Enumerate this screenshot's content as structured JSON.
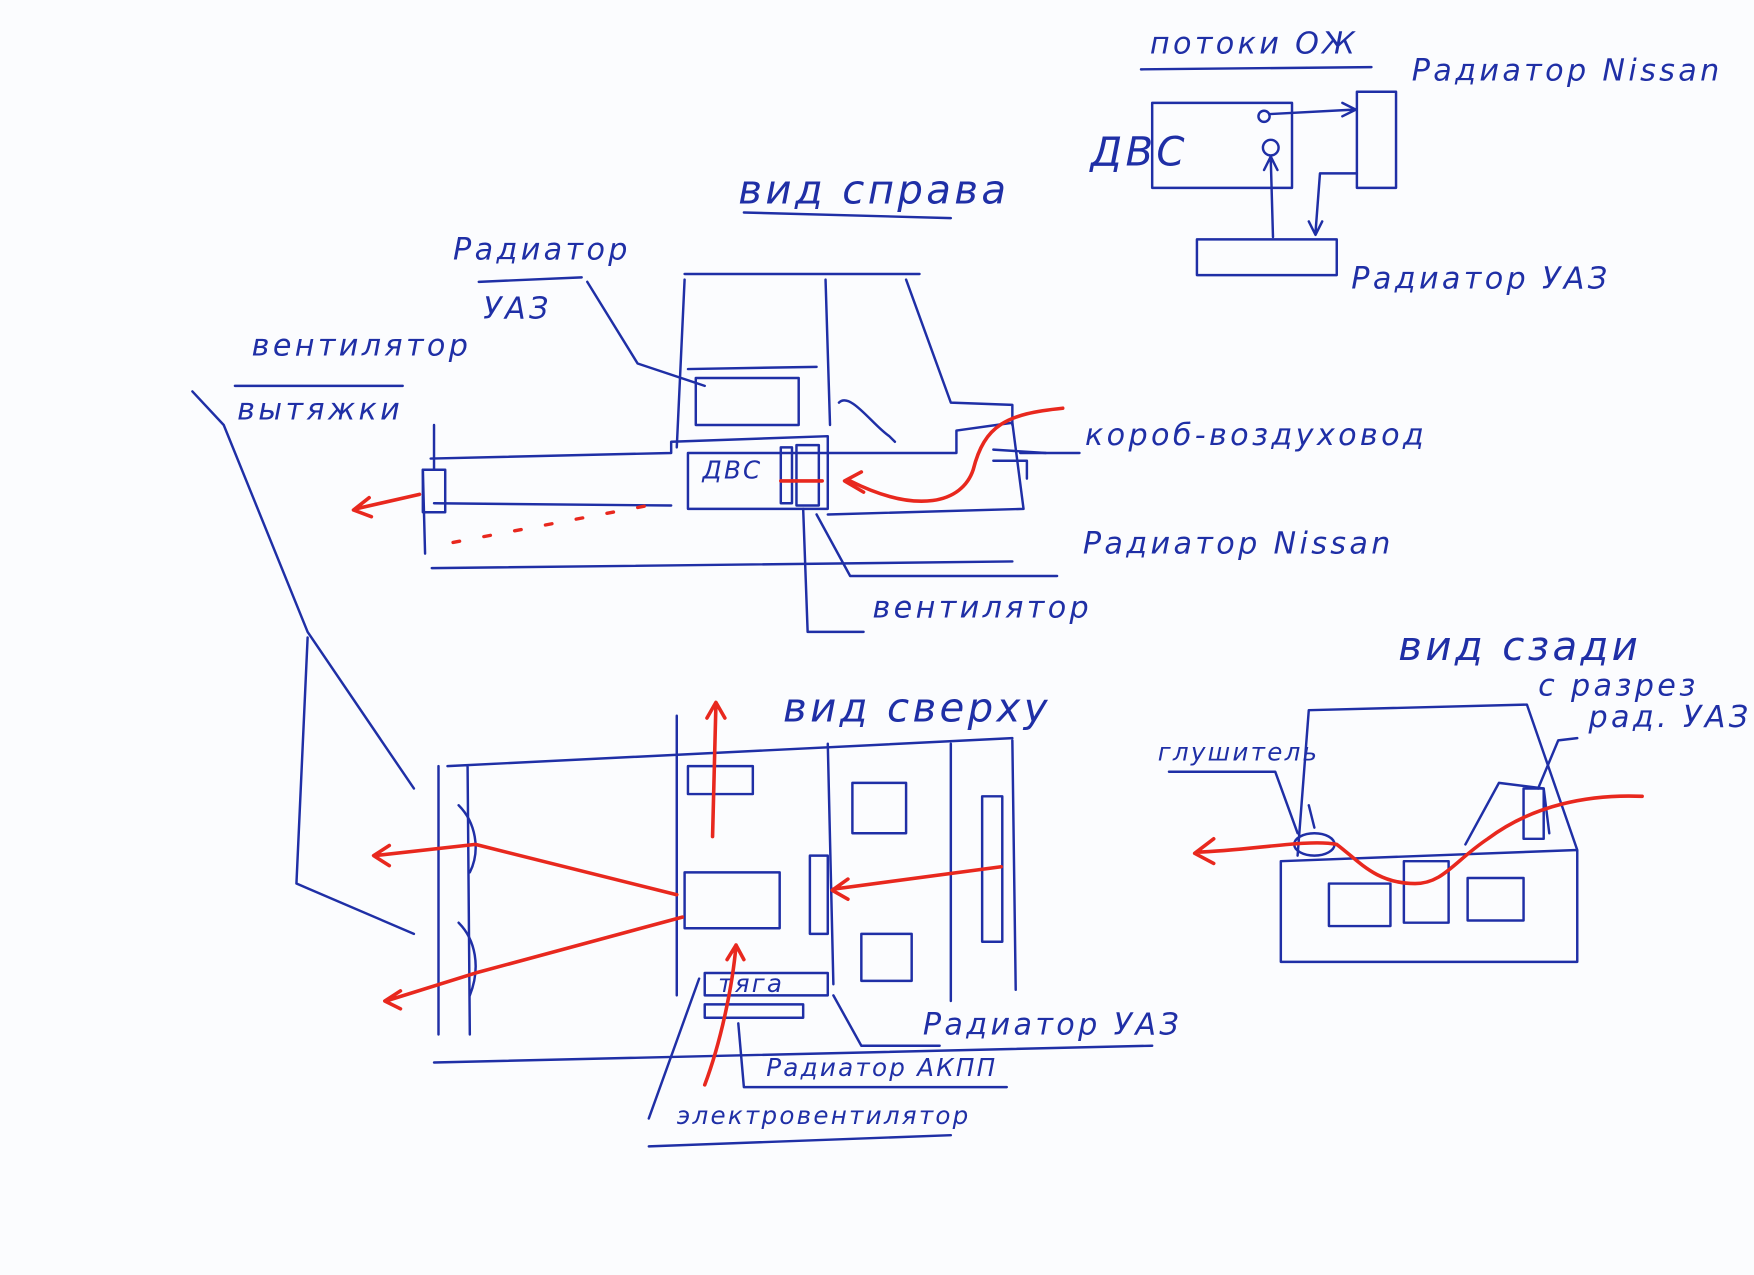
{
  "colors": {
    "ink": "#1f2fa6",
    "flow": "#e8281e",
    "paper": "#fbfcfe"
  },
  "coolant_flow": {
    "title": "потоки ОЖ",
    "engine": "ДВС",
    "radiator_nissan": "Радиатор Nissan",
    "radiator_uaz": "Радиатор УАЗ"
  },
  "side_view": {
    "title": "вид справа",
    "radiator_uaz_1": "Радиатор",
    "radiator_uaz_2": "УАЗ",
    "exhaust_fan_1": "вентилятор",
    "exhaust_fan_2": "вытяжки",
    "duct": "короб-воздуховод",
    "engine": "ДВС",
    "radiator_nissan": "Радиатор Nissan",
    "fan": "вентилятор"
  },
  "top_view": {
    "title": "вид сверху",
    "rod": "тяга",
    "radiator_uaz": "Радиатор УАЗ",
    "radiator_akpp": "Радиатор АКПП",
    "electric_fan": "электровентилятор"
  },
  "rear_view": {
    "title": "вид сзади",
    "subtitle_1": "с разрез",
    "subtitle_2": "рад. УАЗ",
    "muffler": "глушитель"
  }
}
